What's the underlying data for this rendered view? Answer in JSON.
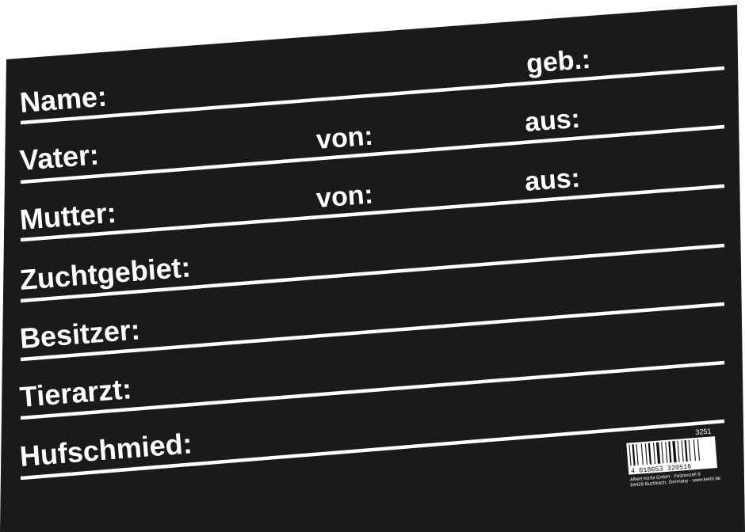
{
  "sign": {
    "background_color": "#1a1a1a",
    "text_color": "#ffffff",
    "fields": {
      "name": "Name:",
      "geb": "geb.:",
      "vater": "Vater:",
      "vater_von": "von:",
      "vater_aus": "aus:",
      "mutter": "Mutter:",
      "mutter_von": "von:",
      "mutter_aus": "aus:",
      "zuchtgebiet": "Zuchtgebiet:",
      "besitzer": "Besitzer:",
      "tierarzt": "Tierarzt:",
      "hufschmied": "Hufschmied:"
    },
    "product_code": "3251",
    "barcode_number": "4 018653 320516",
    "manufacturer_line1": "Albert Kerbl GmbH · Felizenzell 9",
    "manufacturer_line2": "84428 Buchbach, Germany · www.kerbl.de"
  }
}
